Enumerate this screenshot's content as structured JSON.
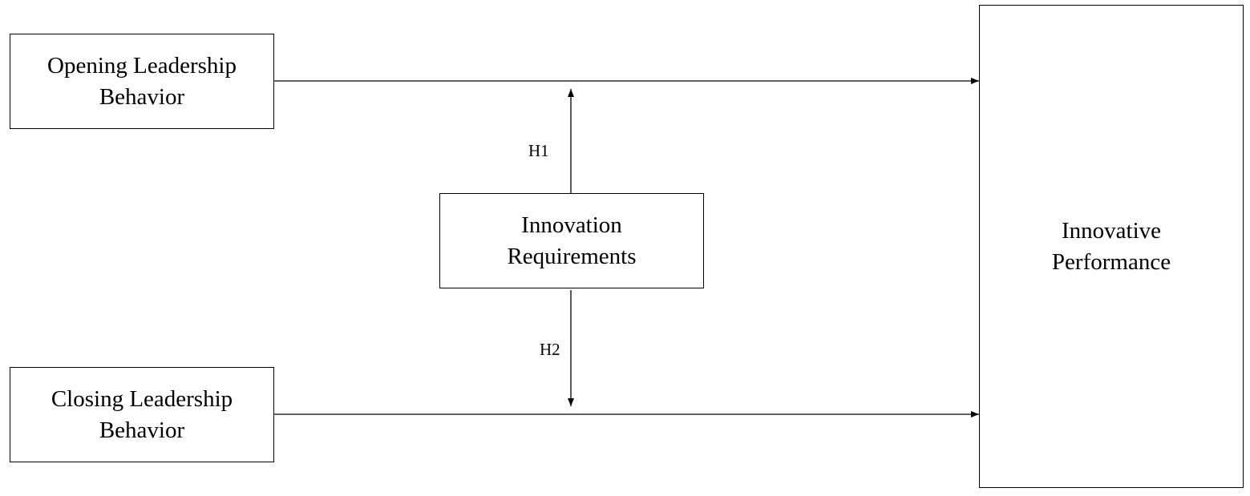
{
  "diagram": {
    "nodes": {
      "opening": "Opening Leadership\nBehavior",
      "closing": "Closing Leadership\nBehavior",
      "innovation": "Innovation\nRequirements",
      "performance": "Innovative\nPerformance"
    },
    "hypotheses": {
      "h1": "H1",
      "h2": "H2"
    },
    "colors": {
      "line": "#000000",
      "background": "#ffffff"
    }
  }
}
